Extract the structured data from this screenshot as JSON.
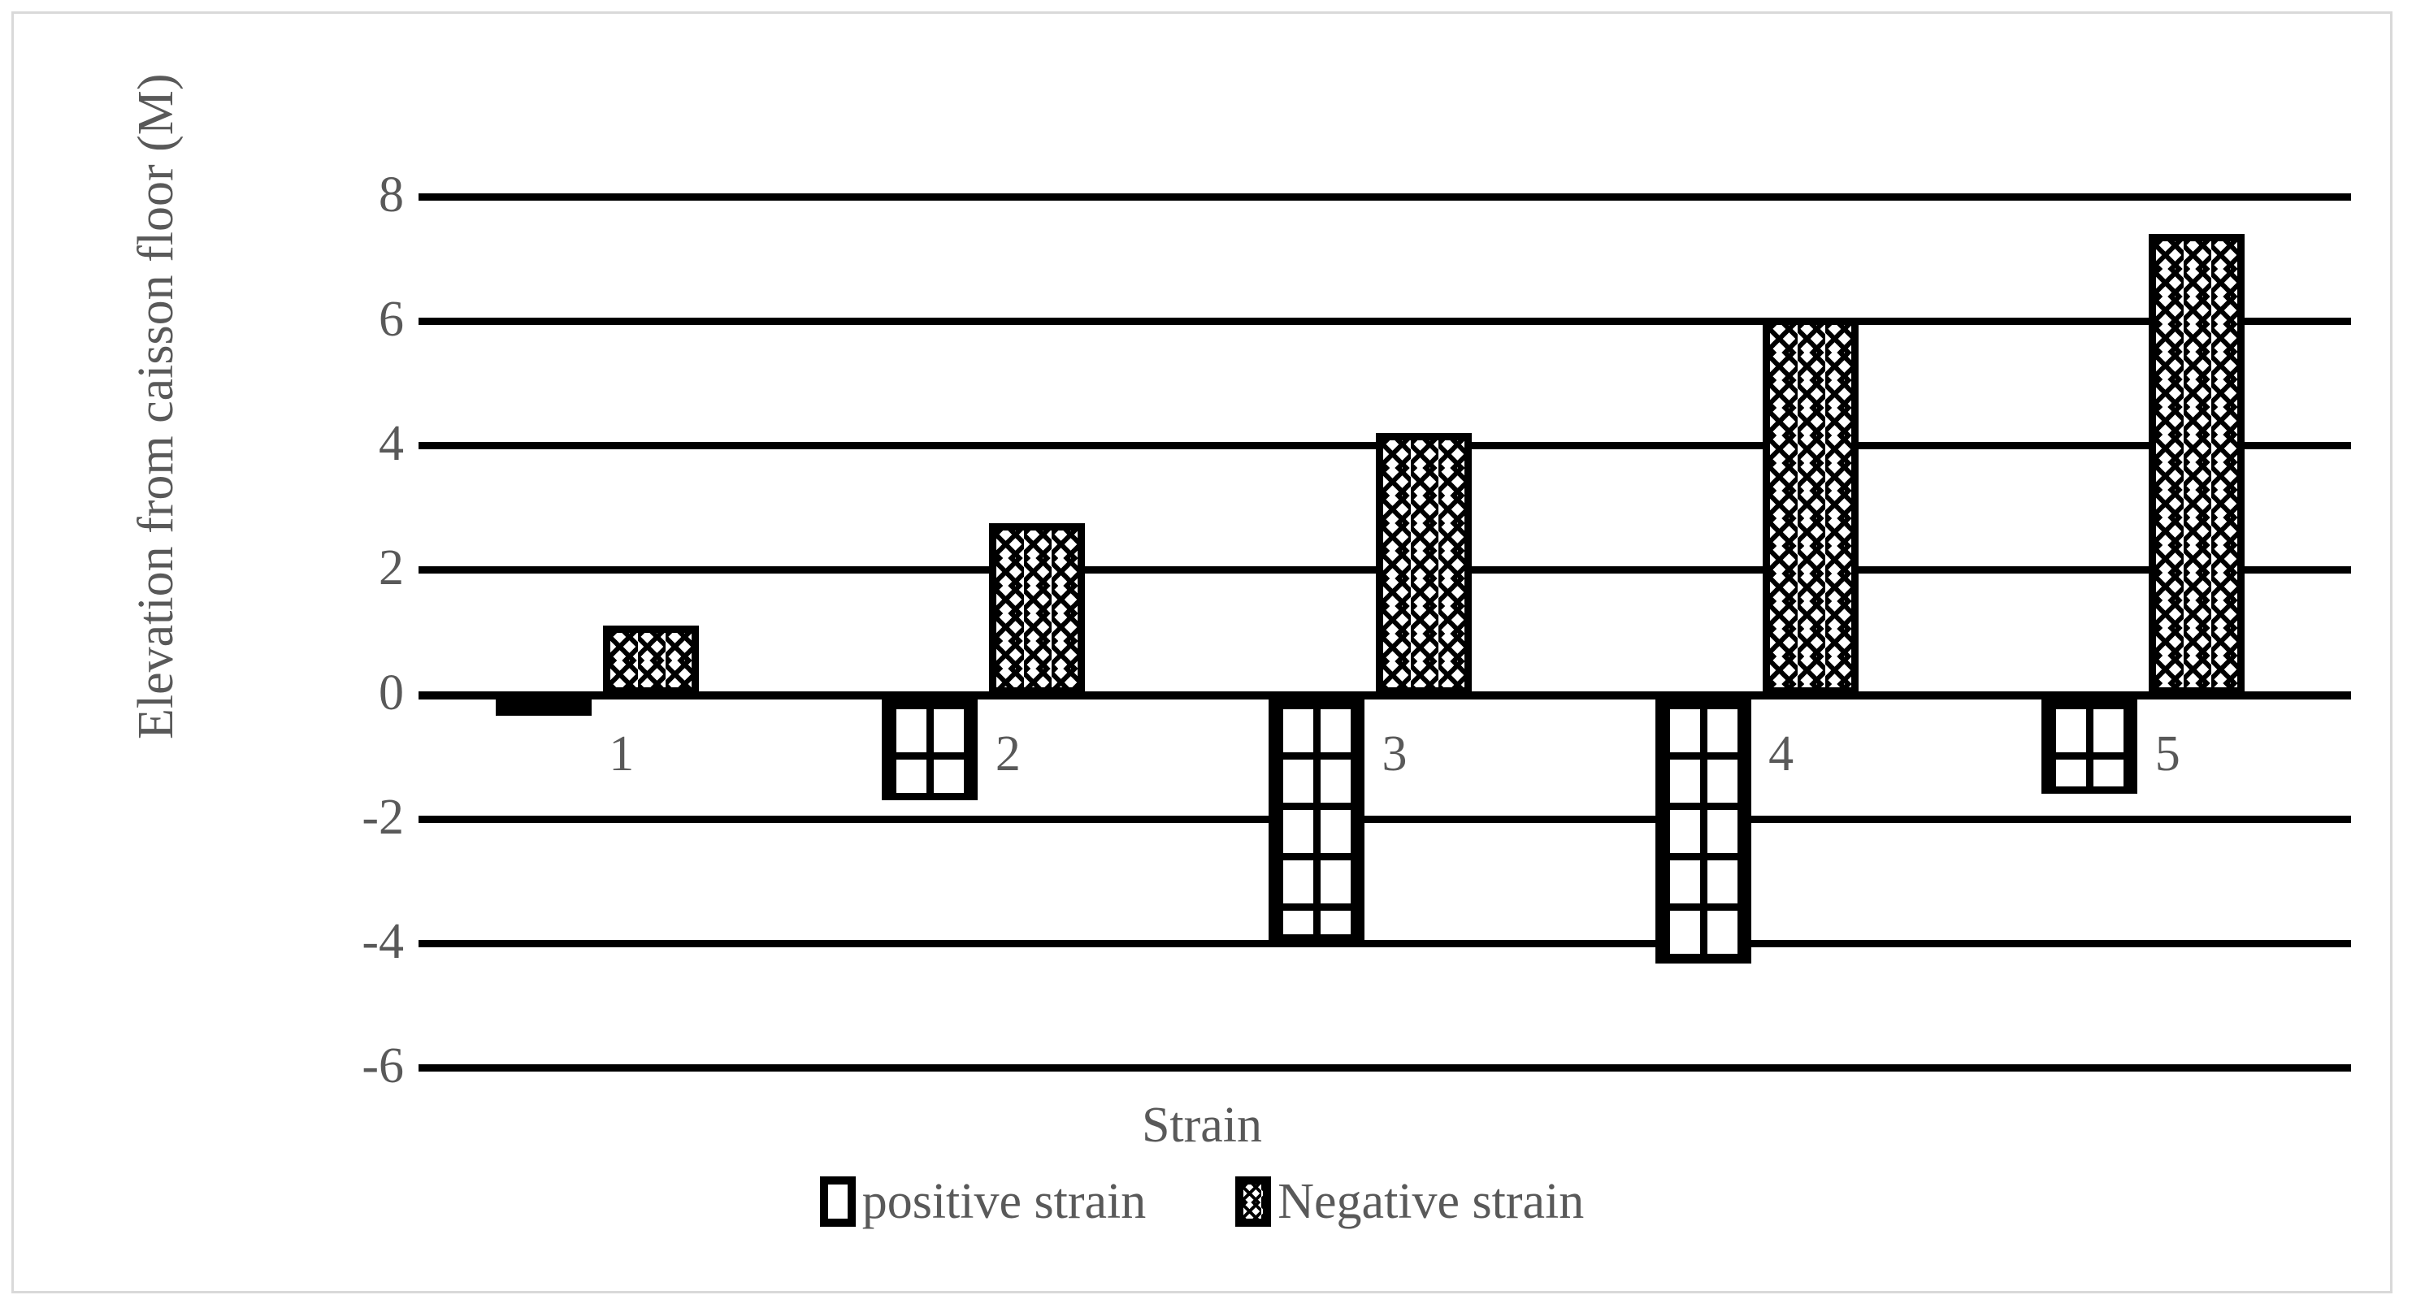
{
  "chart_data": {
    "type": "bar",
    "title": "",
    "xlabel": "Strain",
    "ylabel": "Elevation from caisson floor (M)",
    "categories": [
      "1",
      "2",
      "3",
      "4",
      "5"
    ],
    "ylim": [
      -6,
      8
    ],
    "yticks": [
      8,
      6,
      4,
      2,
      0,
      -2,
      -4,
      -6
    ],
    "ytick_labels": [
      "8",
      "6",
      "4",
      "2",
      "0",
      "-2",
      "-4",
      "-6"
    ],
    "grid": true,
    "legend_position": "bottom",
    "series": [
      {
        "name": "positive strain",
        "pattern": "grid",
        "values": [
          -0.35,
          -1.7,
          -3.98,
          -4.33,
          -1.6
        ]
      },
      {
        "name": "Negative strain",
        "pattern": "zigzag",
        "values": [
          1.1,
          2.75,
          4.2,
          6.05,
          7.4
        ]
      }
    ]
  },
  "legend": {
    "items": [
      {
        "label": "positive strain",
        "pattern": "grid"
      },
      {
        "label": "Negative strain",
        "pattern": "zigzag"
      }
    ]
  },
  "colors": {
    "text": "#595959",
    "ink": "#000000",
    "frame": "#d9d9d9",
    "background": "#ffffff"
  }
}
